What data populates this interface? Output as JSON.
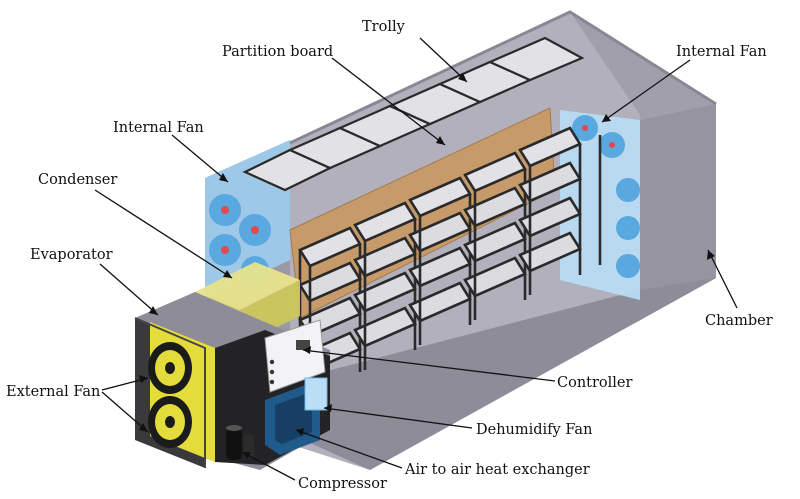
{
  "labels": {
    "trolly": "Trolly",
    "partition_board": "Partition board",
    "internal_fan_right": "Internal Fan",
    "internal_fan_left": "Internal Fan",
    "condenser": "Condenser",
    "evaporator": "Evaporator",
    "external_fan": "External Fan",
    "chamber": "Chamber",
    "controller": "Controller",
    "dehumidify_fan": "Dehumidify Fan",
    "air_to_air_heat_exchanger": "Air to air heat exchanger",
    "compressor": "Compressor"
  },
  "colors": {
    "chamber_wall": "#a9a6b3",
    "chamber_dark": "#7d7a86",
    "partition": "#c79a6a",
    "fan_blue": "#6fb6e8",
    "condenser_yellow": "#d9d46a",
    "evaporator_yellow": "#e3dc3a",
    "fan_black": "#1b1b1b",
    "rack_frame": "#2a2a2a",
    "shelf": "#dcdce0",
    "heat_exchanger": "#1f5a8a"
  }
}
